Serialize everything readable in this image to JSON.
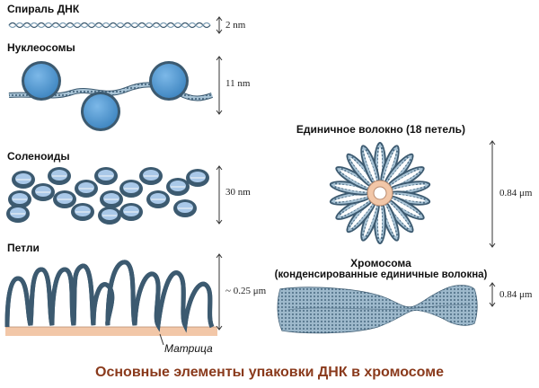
{
  "labels": {
    "dna_spiral": "Спираль ДНК",
    "nucleosomes": "Нуклеосомы",
    "solenoids": "Соленоиды",
    "loops": "Петли",
    "single_fiber": "Единичное волокно (18 петель)",
    "chromosome": "Хромосома",
    "chromosome_sub": "(конденсированные единичные волокна)",
    "matrix": "Матрица"
  },
  "scales": {
    "dna_spiral": "2 nm",
    "nucleosomes": "11 nm",
    "solenoids": "30 nm",
    "loops": "~ 0.25 μm",
    "single_fiber": "0.84 μm",
    "chromosome": "0.84 μm"
  },
  "caption": "Основные элементы упаковки ДНК в хромосоме",
  "colors": {
    "fiber": "#9ab8cc",
    "fiber_dark": "#3c5a70",
    "histone": "#5b9fd6",
    "histone_dark": "#2f5f85",
    "matrix": "#f2c7a8",
    "caption": "#8a3a1c"
  }
}
